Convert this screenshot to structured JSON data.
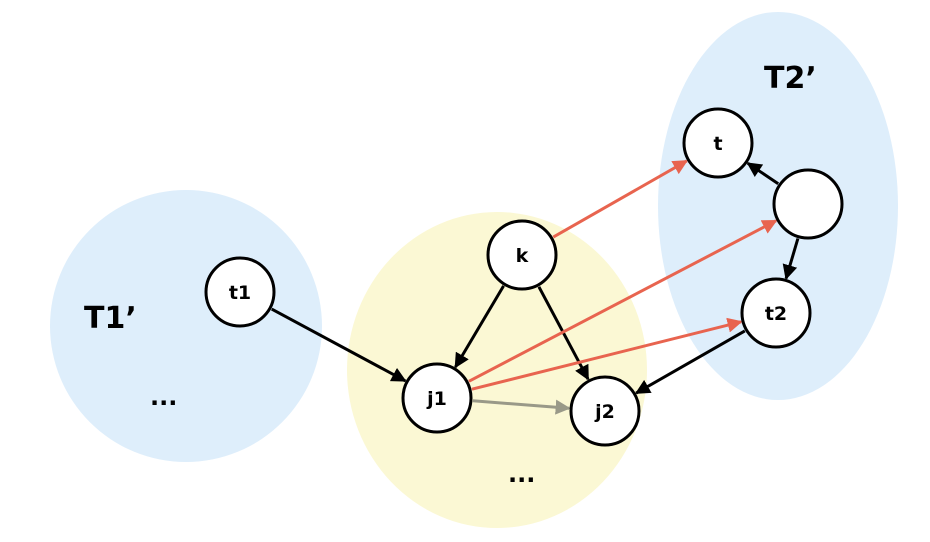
{
  "regions": {
    "t1_prime": {
      "label": "T1’",
      "dots": "...",
      "color": "#deeefb"
    },
    "middle": {
      "dots": "...",
      "color": "#fbf8d4"
    },
    "t2_prime": {
      "label": "T2’",
      "color": "#deeefb"
    }
  },
  "nodes": {
    "t1": "t1",
    "k": "k",
    "j1": "j1",
    "j2": "j2",
    "t": "t",
    "unnamed": "",
    "t2": "t2"
  },
  "edge_colors": {
    "black": "#000000",
    "red": "#e8644f",
    "gray": "#999988"
  },
  "edges": [
    {
      "from": "t1",
      "to": "j1",
      "color": "black"
    },
    {
      "from": "k",
      "to": "j1",
      "color": "black"
    },
    {
      "from": "k",
      "to": "j2",
      "color": "black"
    },
    {
      "from": "unnamed",
      "to": "t",
      "color": "black"
    },
    {
      "from": "unnamed",
      "to": "t2",
      "color": "black"
    },
    {
      "from": "t2",
      "to": "j2",
      "color": "black"
    },
    {
      "from": "j1",
      "to": "j2",
      "color": "gray"
    },
    {
      "from": "k",
      "to": "t",
      "color": "red"
    },
    {
      "from": "j1",
      "to": "unnamed",
      "color": "red"
    },
    {
      "from": "j1",
      "to": "t2",
      "color": "red"
    }
  ]
}
